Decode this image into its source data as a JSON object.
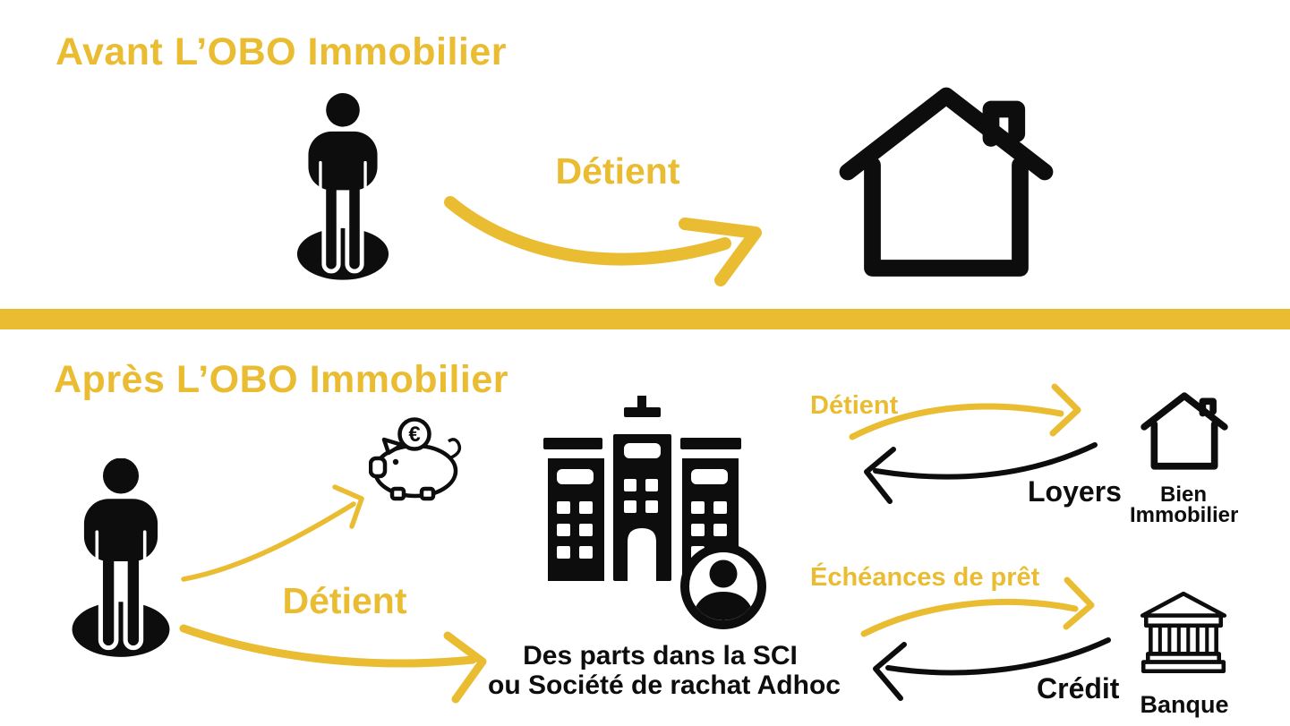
{
  "colors": {
    "accent_yellow": "#E9BC31",
    "ink_black": "#0D0D0D"
  },
  "before": {
    "title": "Avant L’OBO Immobilier",
    "detient_label": "Détient"
  },
  "after": {
    "title": "Après L’OBO Immobilier",
    "detient_label": "Détient",
    "sci_caption_line1": "Des parts dans la SCI",
    "sci_caption_line2": "ou Société de rachat Adhoc",
    "property_flow": {
      "detient_label": "Détient",
      "loyers_label": "Loyers",
      "asset_label_line1": "Bien",
      "asset_label_line2": "Immobilier"
    },
    "bank_flow": {
      "echeances_label": "Échéances de prêt",
      "credit_label": "Crédit",
      "bank_label": "Banque"
    }
  }
}
